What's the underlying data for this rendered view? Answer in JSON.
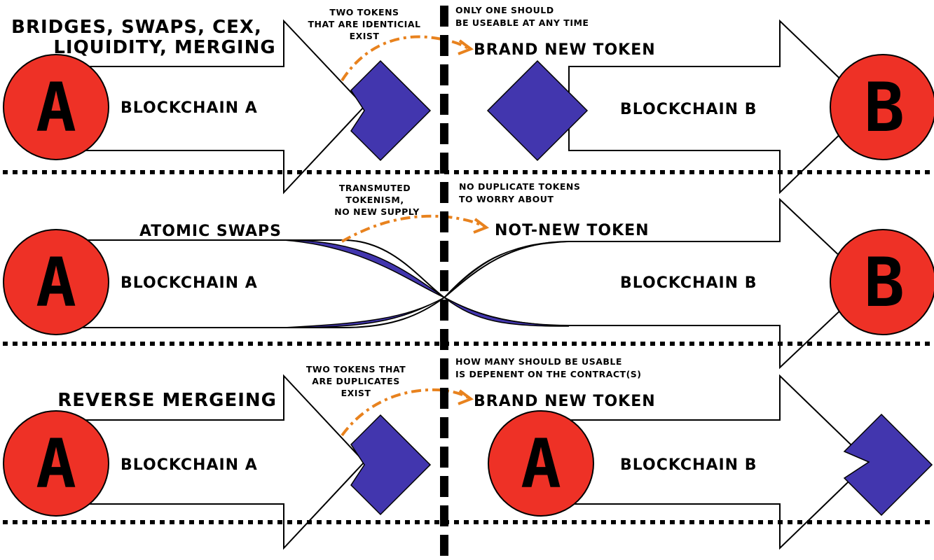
{
  "colors": {
    "circle_fill": "#ee3126",
    "token_fill": "#4236ae",
    "arrow_color": "#e8821e",
    "ink": "#000000"
  },
  "rows": [
    {
      "heading": [
        "BRIDGES, SWAPS, CEX,",
        "LIQUIDITY, MERGING"
      ],
      "left_circle": "A",
      "left_chain": "BLOCKCHAIN A",
      "note_left": [
        "TWO TOKENS",
        "THAT ARE IDENTICIAL",
        "EXIST"
      ],
      "note_right": [
        "ONLY ONE SHOULD",
        "BE USEABLE AT ANY TIME"
      ],
      "new_token": "BRAND NEW TOKEN",
      "right_chain": "BLOCKCHAIN B",
      "right_circle": "B"
    },
    {
      "heading": [
        "ATOMIC SWAPS"
      ],
      "left_circle": "A",
      "left_chain": "BLOCKCHAIN A",
      "note_left": [
        "TRANSMUTED",
        "TOKENISM,",
        "NO NEW SUPPLY"
      ],
      "note_right": [
        "NO DUPLICATE TOKENS",
        "TO WORRY ABOUT"
      ],
      "new_token": "NOT-NEW TOKEN",
      "right_chain": "BLOCKCHAIN B",
      "right_circle": "B"
    },
    {
      "heading": [
        "REVERSE MERGEING"
      ],
      "left_circle": "A",
      "left_chain": "BLOCKCHAIN A",
      "note_left": [
        "TWO TOKENS THAT",
        "ARE DUPLICATES",
        "EXIST"
      ],
      "note_right": [
        "HOW MANY SHOULD BE USABLE",
        "IS DEPENENT ON THE CONTRACT(S)"
      ],
      "new_token": "BRAND NEW TOKEN",
      "right_chain": "BLOCKCHAIN B",
      "right_circle": "A"
    }
  ]
}
